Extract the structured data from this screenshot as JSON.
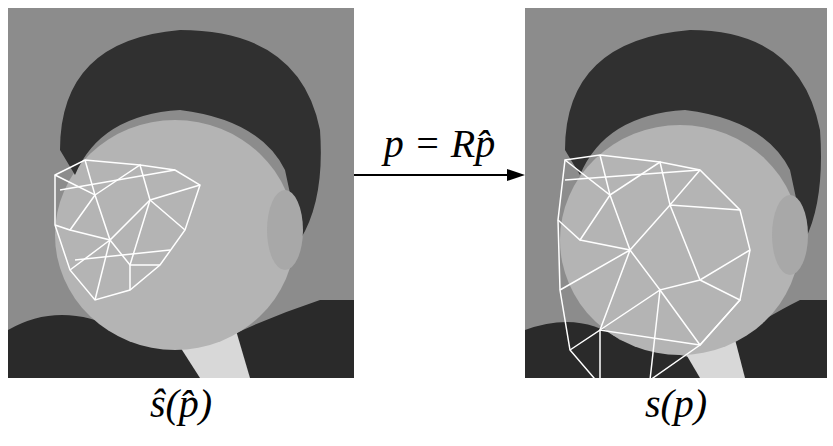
{
  "diagram": {
    "nodes": [
      {
        "text": [
          "ŝ(p̂)"
        ]
      },
      {
        "text": [
          "s(p)"
        ]
      }
    ],
    "edges": [
      {
        "from": 0,
        "to": 1,
        "arrow": "to",
        "label": "p = Rp̂"
      }
    ]
  }
}
